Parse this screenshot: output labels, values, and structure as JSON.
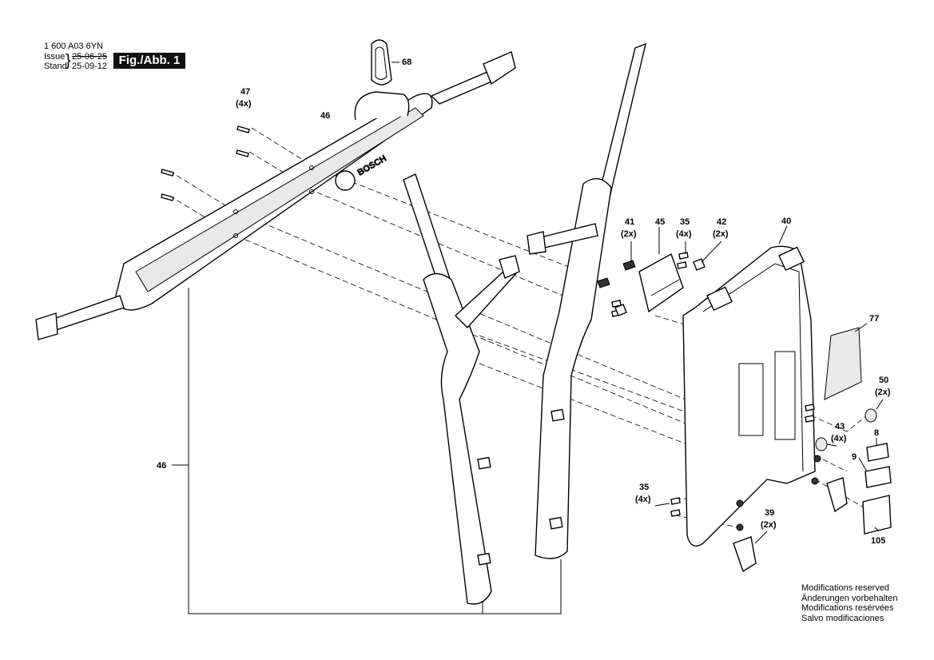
{
  "header": {
    "part_number": "1 600 A03 6YN",
    "issue_label": "Issue",
    "issue_date": "25-06-25",
    "stand_label": "Stand",
    "stand_date": "25-09-12",
    "figure_label": "Fig./Abb. 1"
  },
  "parts": {
    "p68": {
      "num": "68"
    },
    "p47": {
      "num": "47",
      "qty": "(4x)"
    },
    "p46_top": {
      "num": "46"
    },
    "p46_left": {
      "num": "46"
    },
    "p41": {
      "num": "41",
      "qty": "(2x)"
    },
    "p45": {
      "num": "45"
    },
    "p35_top": {
      "num": "35",
      "qty": "(4x)"
    },
    "p42": {
      "num": "42",
      "qty": "(2x)"
    },
    "p40": {
      "num": "40"
    },
    "p77": {
      "num": "77"
    },
    "p50": {
      "num": "50",
      "qty": "(2x)"
    },
    "p43": {
      "num": "43",
      "qty": "(4x)"
    },
    "p8": {
      "num": "8"
    },
    "p9": {
      "num": "9"
    },
    "p35_bottom": {
      "num": "35",
      "qty": "(4x)"
    },
    "p39": {
      "num": "39",
      "qty": "(2x)"
    },
    "p105": {
      "num": "105"
    }
  },
  "brand_on_belt": "BOSCH",
  "footer": {
    "line1": "Modifications reserved",
    "line2": "Änderungen vorbehalten",
    "line3": "Modifications resérvées",
    "line4": "Salvo modificaciones"
  }
}
